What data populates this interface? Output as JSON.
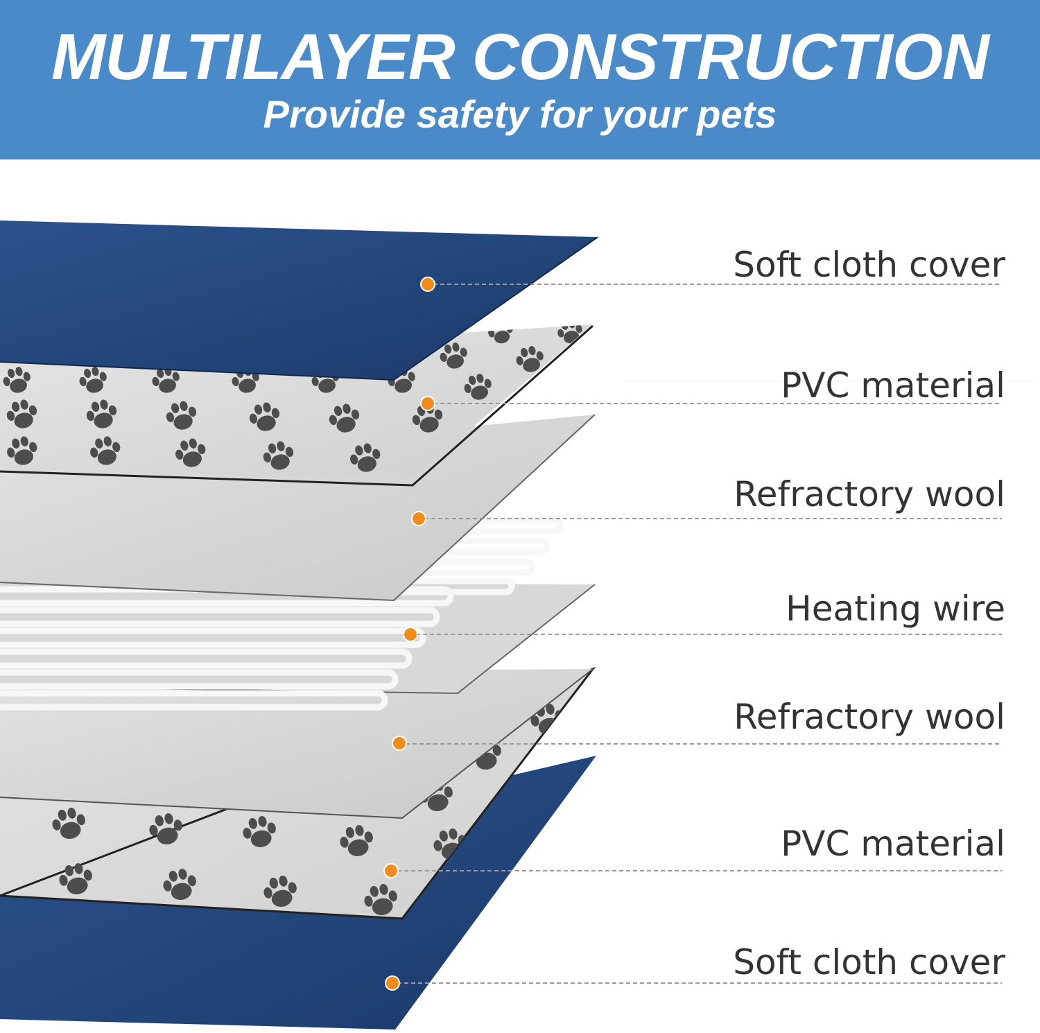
{
  "banner": {
    "title": "MULTILAYER CONSTRUCTION",
    "subtitle": "Provide safety for your pets"
  },
  "layers": [
    {
      "label": "Soft cloth cover"
    },
    {
      "label": "PVC material"
    },
    {
      "label": "Refractory wool"
    },
    {
      "label": "Heating wire"
    },
    {
      "label": "Refractory wool"
    },
    {
      "label": "PVC material"
    },
    {
      "label": "Soft cloth cover"
    }
  ],
  "colors": {
    "banner": "#4a8ac9",
    "cover": "#23457a",
    "pvc": "#dcdcdc",
    "paw": "#4d4d4d",
    "wool": "#d4d4d4",
    "marker": "#f08c1c",
    "leader": "#9a9a9a"
  },
  "icons": [
    "paw-print-icon"
  ]
}
